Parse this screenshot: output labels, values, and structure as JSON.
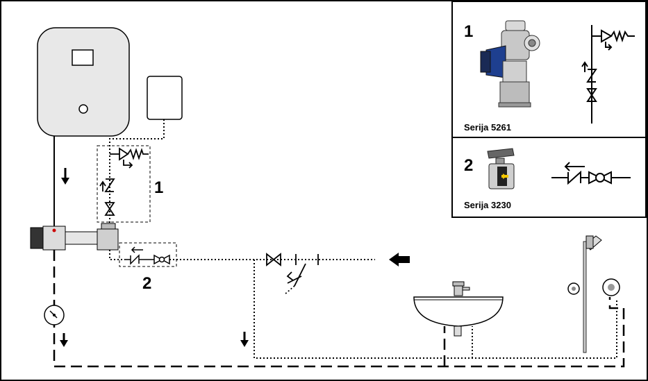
{
  "callouts": {
    "valve_group_1": "1",
    "valve_group_2": "2"
  },
  "legend": {
    "item1": {
      "number": "1",
      "series": "Serija 5261"
    },
    "item2": {
      "number": "2",
      "series": "Serija 3230"
    }
  },
  "colors": {
    "line": "#000000",
    "heater_body": "#e8e8e8",
    "valve_blue": "#1e3f8f",
    "arrow_yellow": "#f2c500"
  },
  "icons": [
    "water-heater-icon",
    "expansion-tank-icon",
    "safety-valve-icon",
    "check-valve-icon",
    "shutoff-valve-icon",
    "pressure-gauge-icon",
    "flow-arrow-icon",
    "washbasin-icon",
    "faucet-icon",
    "shower-icon",
    "filter-icon"
  ]
}
